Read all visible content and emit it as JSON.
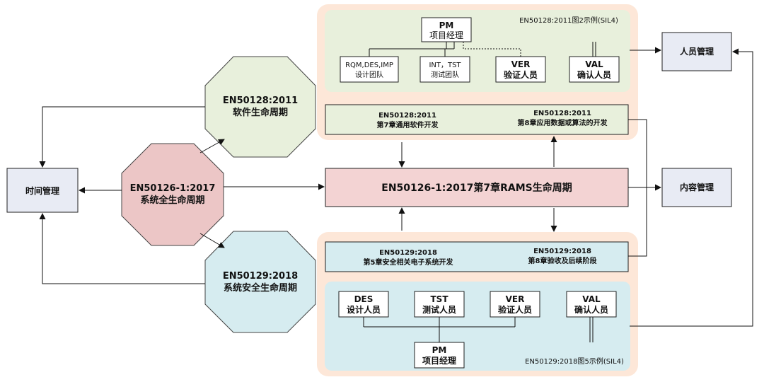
{
  "colors": {
    "panel_orange": "#fde7d8",
    "panel_green": "#e8f0dc",
    "panel_blue": "#d6ecf0",
    "octagon_green": "#e8f0dc",
    "octagon_red": "#ecc6c6",
    "octagon_blue": "#d6ecf0",
    "rams_box": "#f3d3d3",
    "box_light": "#e8ebf4",
    "box_white": "#ffffff",
    "line": "#111111"
  },
  "octagons": {
    "en50128": {
      "line1": "EN50128:2011",
      "line2": "软件生命周期"
    },
    "en50126": {
      "line1": "EN50126-1:2017",
      "line2": "系统全生命周期"
    },
    "en50129": {
      "line1": "EN50129:2018",
      "line2": "系统安全生命周期"
    }
  },
  "side_boxes": {
    "time": "时间管理",
    "personnel": "人员管理",
    "content": "内容管理"
  },
  "top_panel": {
    "caption": "EN50128:2011图2示例(SIL4)",
    "pm": {
      "line1": "PM",
      "line2": "项目经理"
    },
    "rqm": {
      "line1": "RQM,DES,IMP",
      "line2": "设计团队"
    },
    "int": {
      "line1": "INT，TST",
      "line2": "测试团队"
    },
    "ver": {
      "line1": "VER",
      "line2": "验证人员"
    },
    "val": {
      "line1": "VAL",
      "line2": "确认人员"
    }
  },
  "en50128_bar": {
    "left_line1": "EN50128:2011",
    "left_line2": "第7章通用软件开发",
    "right_line1": "EN50128:2011",
    "right_line2": "第8章应用数据或算法的开发"
  },
  "rams": "EN50126-1:2017第7章RAMS生命周期",
  "en50129_bar": {
    "left_line1": "EN50129:2018",
    "left_line2": "第5章安全相关电子系统开发",
    "right_line1": "EN50129:2018",
    "right_line2": "第8章验收及后续阶段"
  },
  "bottom_panel": {
    "caption": "EN50129:2018图5示例(SIL4)",
    "des": {
      "line1": "DES",
      "line2": "设计人员"
    },
    "tst": {
      "line1": "TST",
      "line2": "测试人员"
    },
    "ver": {
      "line1": "VER",
      "line2": "验证人员"
    },
    "val": {
      "line1": "VAL",
      "line2": "确认人员"
    },
    "pm": {
      "line1": "PM",
      "line2": "项目经理"
    }
  }
}
